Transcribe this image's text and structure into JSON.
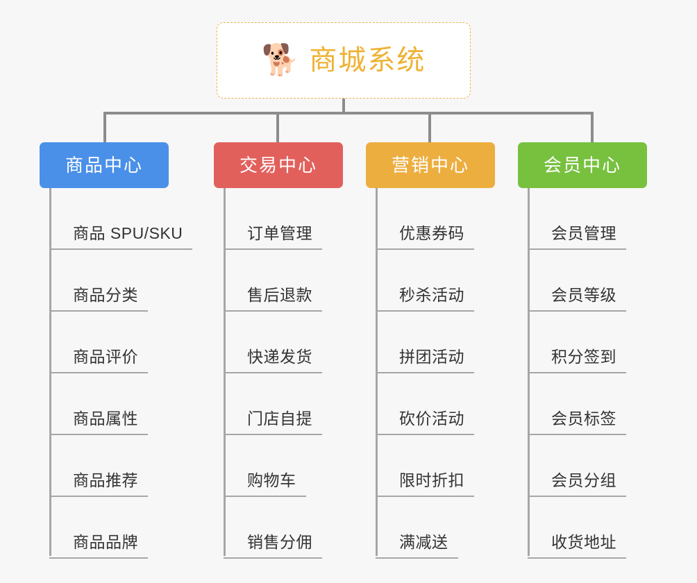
{
  "root": {
    "icon": "shiba-dog-emoji",
    "emoji": "🐕",
    "title": "商城系统",
    "title_color": "#efb234",
    "border_color": "#e9b54d"
  },
  "connector_color": "#8c8c8c",
  "branches": [
    {
      "label": "商品中心",
      "color": "#4a90e8",
      "items": [
        "商品 SPU/SKU",
        "商品分类",
        "商品评价",
        "商品属性",
        "商品推荐",
        "商品品牌"
      ]
    },
    {
      "label": "交易中心",
      "color": "#e2605c",
      "items": [
        "订单管理",
        "售后退款",
        "快递发货",
        "门店自提",
        "购物车",
        "销售分佣"
      ]
    },
    {
      "label": "营销中心",
      "color": "#edae40",
      "items": [
        "优惠券码",
        "秒杀活动",
        "拼团活动",
        "砍价活动",
        "限时折扣",
        "满减送"
      ]
    },
    {
      "label": "会员中心",
      "color": "#77c13f",
      "items": [
        "会员管理",
        "会员等级",
        "积分签到",
        "会员标签",
        "会员分组",
        "收货地址"
      ]
    }
  ]
}
